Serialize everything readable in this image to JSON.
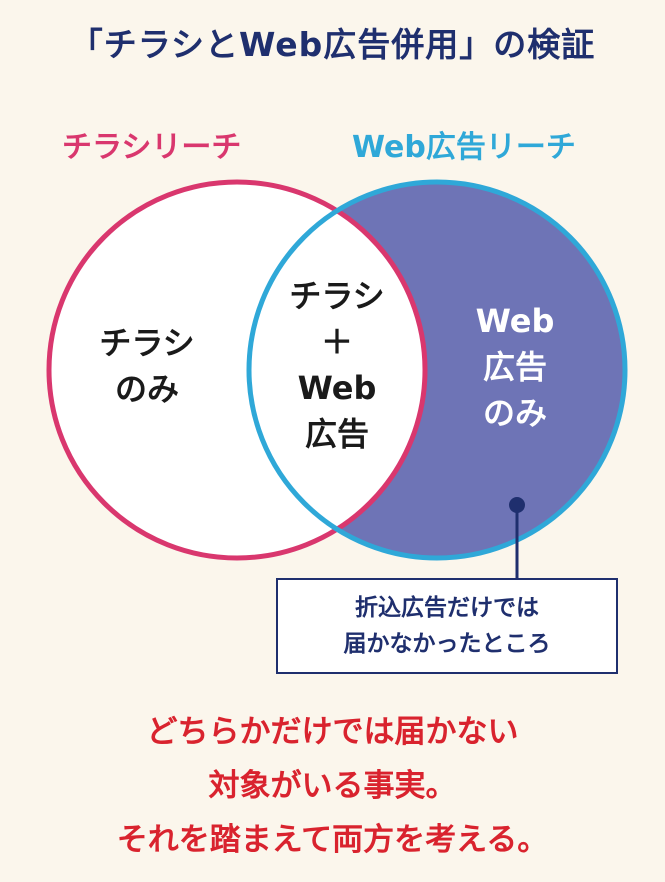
{
  "title": "「チラシとWeb広告併用」の検証",
  "left_label": "チラシリーチ",
  "right_label": "Web広告リーチ",
  "regions": {
    "left_only": [
      "チラシ",
      "のみ"
    ],
    "overlap": [
      "チラシ",
      "＋",
      "Web",
      "広告"
    ],
    "right_only": [
      "Web",
      "広告",
      "のみ"
    ]
  },
  "callout": [
    "折込広告だけでは",
    "届かなかったところ"
  ],
  "conclusion": [
    "どちらかだけでは届かない",
    "対象がいる事実。",
    "それを踏まえて両方を考える。"
  ],
  "colors": {
    "background": "#fbf6ec",
    "title": "#1f2f6e",
    "left_circle": "#d9376e",
    "right_circle": "#2fa8d8",
    "right_fill": "#6e74b6",
    "conclusion": "#d9232e"
  }
}
